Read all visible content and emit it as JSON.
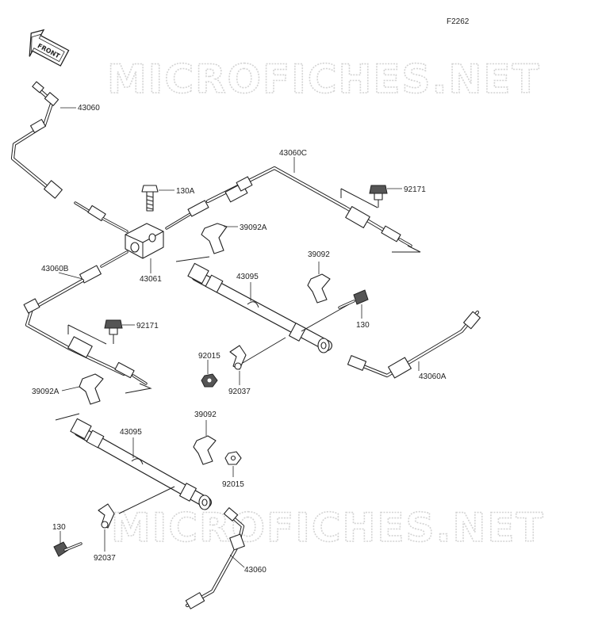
{
  "figure_code": "F2262",
  "front_arrow_label": "FRONT",
  "watermark_text": "MICROFICHES.NET",
  "labels": {
    "p43060": "43060",
    "p43060A": "43060A",
    "p43060B": "43060B",
    "p43060C": "43060C",
    "p43061": "43061",
    "p130A": "130A",
    "p39092A_top": "39092A",
    "p39092A_left": "39092A",
    "p39092_top": "39092",
    "p39092_bottom": "39092",
    "p92171_right": "92171",
    "p92171_left": "92171",
    "p43095_top": "43095",
    "p43095_bottom": "43095",
    "p130_right": "130",
    "p130_left": "130",
    "p92015_top": "92015",
    "p92015_bottom": "92015",
    "p92037_top": "92037",
    "p92037_bottom": "92037"
  }
}
